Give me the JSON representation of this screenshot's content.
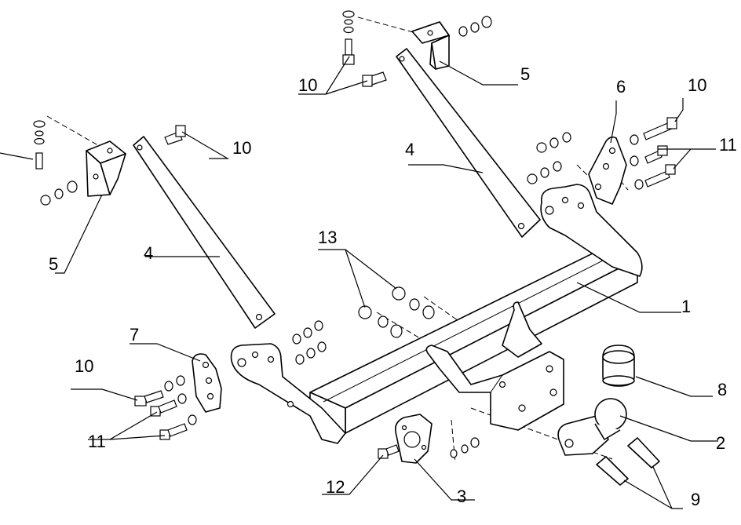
{
  "callouts": {
    "c1": "1",
    "c2": "2",
    "c3": "3",
    "c4a": "4",
    "c4b": "4",
    "c5a": "5",
    "c5b": "5",
    "c6": "6",
    "c7": "7",
    "c8": "8",
    "c9": "9",
    "c10a": "10",
    "c10b": "10",
    "c10c": "10",
    "c10d": "10",
    "c11a": "11",
    "c11b": "11",
    "c12": "12",
    "c13": "13"
  }
}
